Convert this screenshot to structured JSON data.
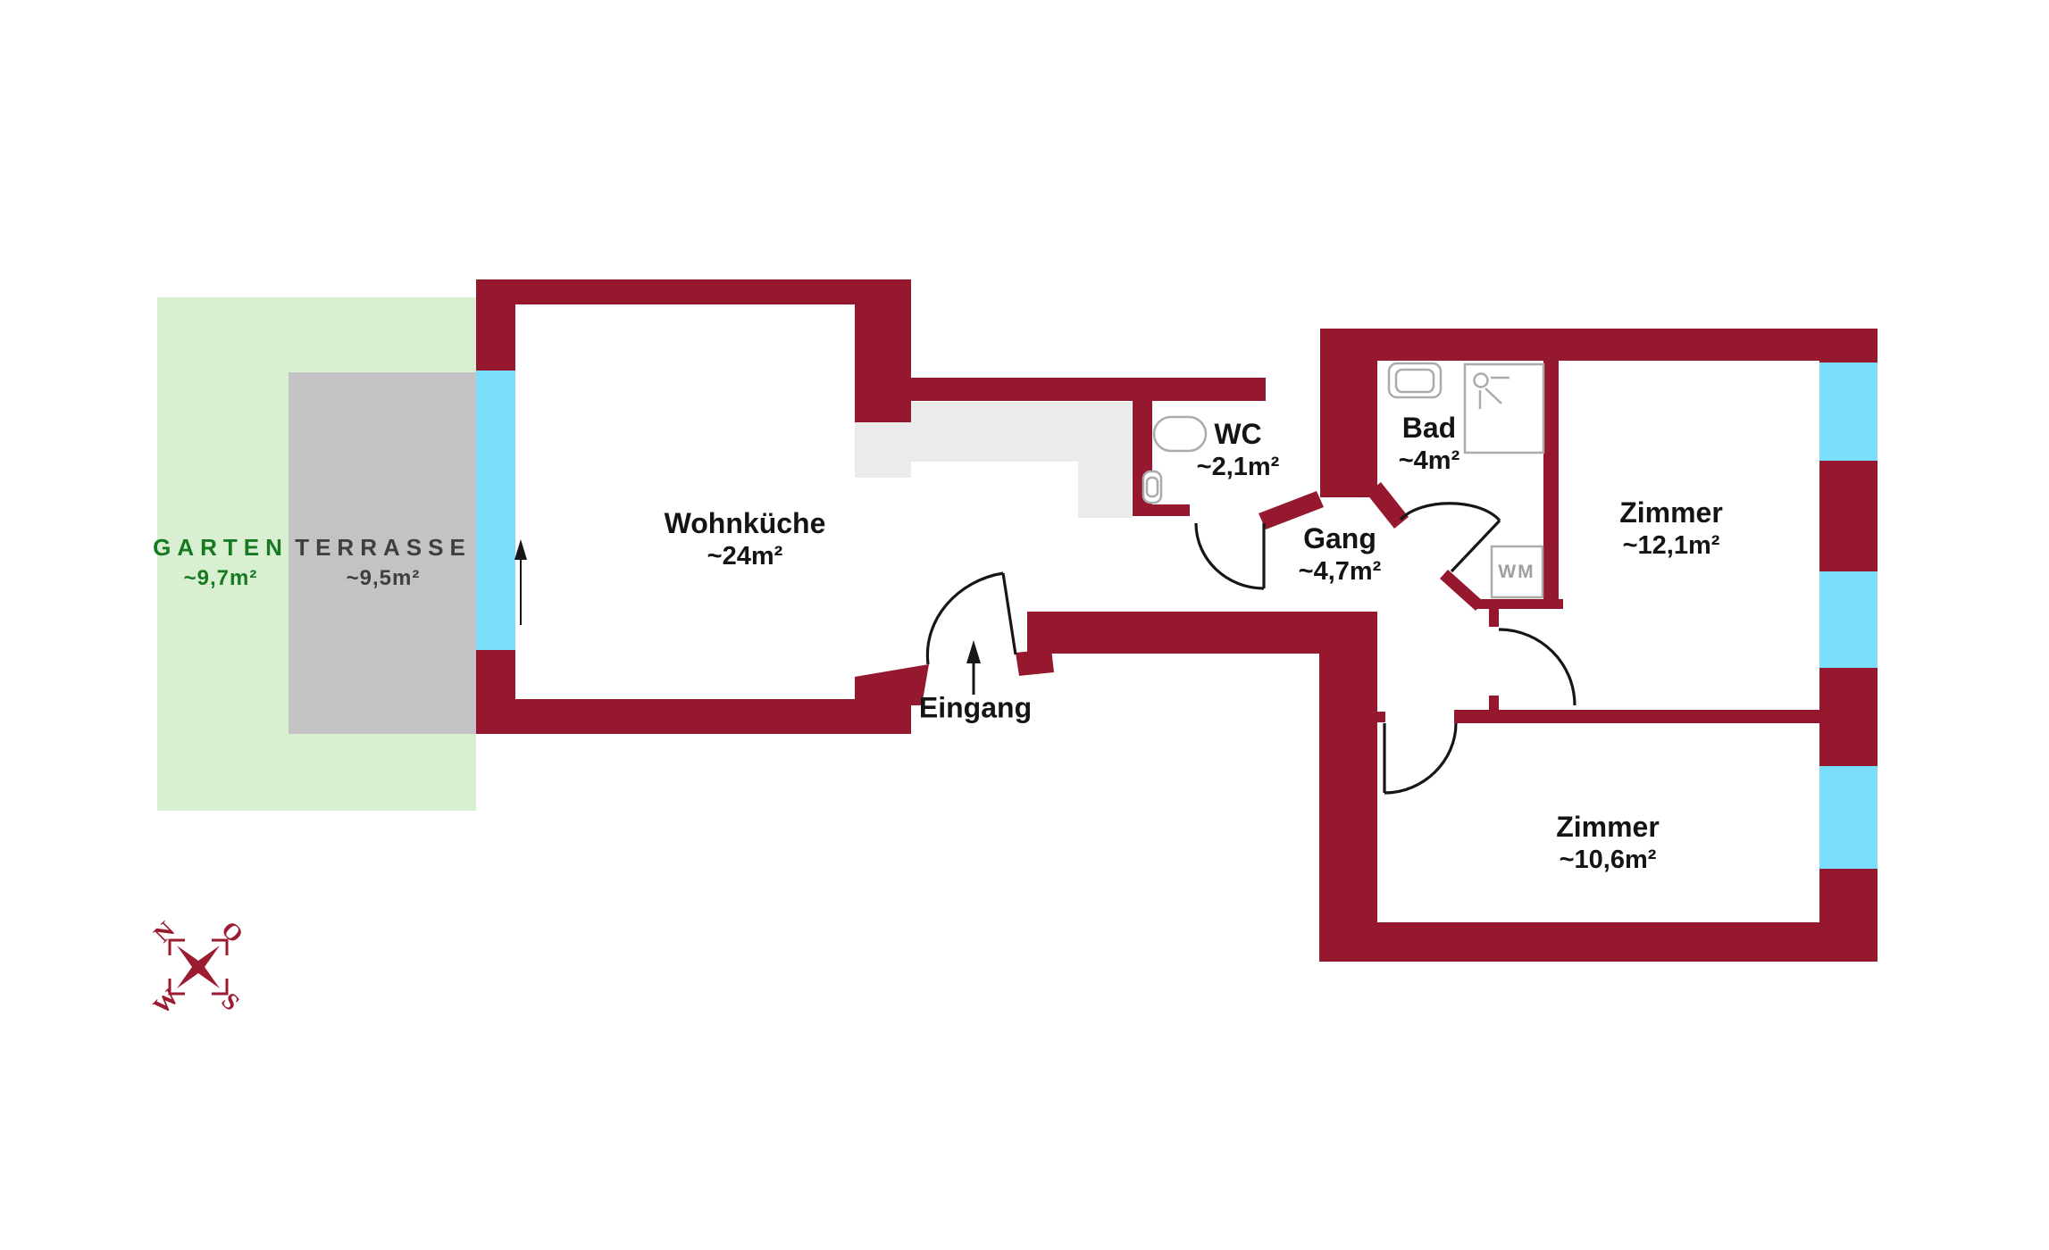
{
  "rooms": {
    "garten": {
      "label": "GARTEN",
      "area": "~9,7m²"
    },
    "terrasse": {
      "label": "TERRASSE",
      "area": "~9,5m²"
    },
    "wohnkueche": {
      "label": "Wohnküche",
      "area": "~24m²"
    },
    "wc": {
      "label": "WC",
      "area": "~2,1m²"
    },
    "gang": {
      "label": "Gang",
      "area": "~4,7m²"
    },
    "bad": {
      "label": "Bad",
      "area": "~4m²"
    },
    "zimmer1": {
      "label": "Zimmer",
      "area": "~12,1m²"
    },
    "zimmer2": {
      "label": "Zimmer",
      "area": "~10,6m²"
    }
  },
  "entrance": {
    "label": "Eingang"
  },
  "appliances": {
    "washing_machine": "WM"
  },
  "compass": {
    "north": "N",
    "east": "O",
    "south": "S",
    "west": "W"
  },
  "colors": {
    "wall": "#96182F",
    "window": "#7ADEFB",
    "garden": "#D8EFD1",
    "terrace": "#C3C3C5",
    "kitchen_counter": "#EBEBEB",
    "fixture_outline": "#ABABAB",
    "garden_text": "#177A21",
    "terrace_text": "#3F3F3F",
    "compass": "#9B1B31",
    "door_line": "#161616"
  }
}
